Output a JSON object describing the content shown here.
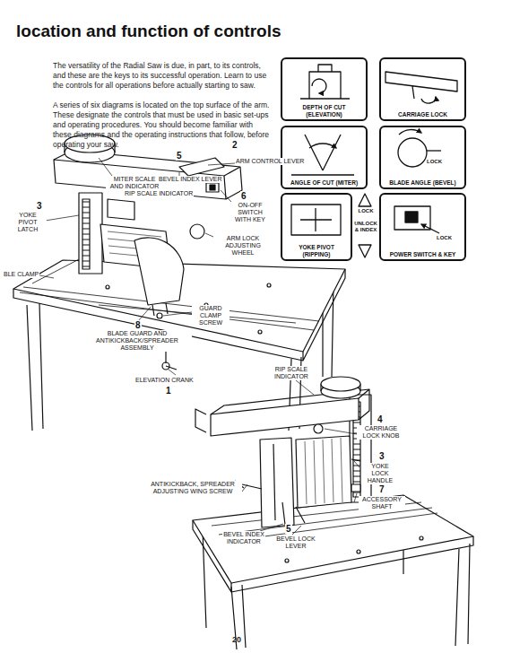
{
  "diagram": {
    "title": "location and function of controls",
    "nodes": [
      {
        "text": [
          "DEPTH OF CUT (ELEVATION)"
        ]
      },
      {
        "text": [
          "CARRIAGE LOCK"
        ]
      },
      {
        "text": [
          "ANGLE OF CUT (MITER)"
        ]
      },
      {
        "text": [
          "BLADE ANGLE (BEVEL)"
        ]
      },
      {
        "text": [
          "YOKE PIVOT (RIPPING)"
        ]
      },
      {
        "text": [
          "POWER SWITCH & KEY"
        ]
      }
    ],
    "labels": [
      "The versatility of the Radial Saw is due, in part, to its controls, and these are the keys to its successful operation. Learn to use the controls for all operations before actually starting to saw.",
      "A series of six diagrams is located on the top surface of the arm. These designate the controls that must be used in basic set-ups and operating procedures. You should become familiar with these diagrams and the operating instructions that follow, before operating your saw.",
      "MITER SCALE AND INDICATOR",
      "2",
      "ARM CONTROL LEVER",
      "5",
      "BEVEL INDEX LEVER",
      "RIP SCALE INDICATOR",
      "6",
      "ON-OFF SWITCH WITH KEY",
      "3",
      "YOKE PIVOT LATCH",
      "ARM LOCK ADJUSTING WHEEL",
      "BLE CLAMP",
      "GUARD CLAMP SCREW",
      "8",
      "BLADE GUARD AND ANTIKICKBACK/SPREADER ASSEMBLY",
      "ELEVATION CRANK",
      "1",
      "RIP SCALE INDICATOR",
      "4",
      "CARRIAGE LOCK KNOB",
      "3",
      "YOKE LOCK HANDLE",
      "7",
      "ACCESSORY SHAFT",
      "ANTIKICKBACK, SPREADER ADJUSTING WING SCREW",
      "BEVEL INDEX INDICATOR",
      "5",
      "BEVEL LOCK LEVER",
      "LOCK",
      "UNLOCK & INDEX",
      "20",
      "LOCK",
      "LOCK"
    ]
  }
}
